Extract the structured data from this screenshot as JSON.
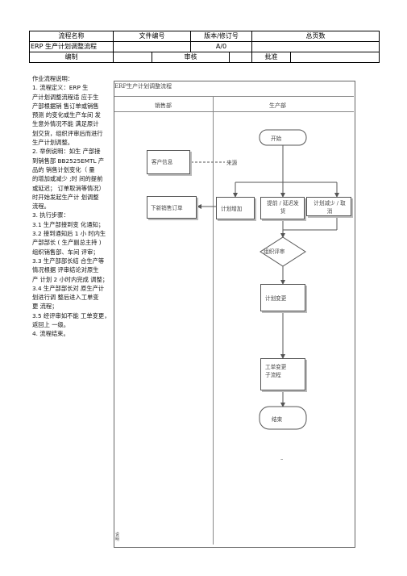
{
  "header": {
    "row1": [
      "流程名称",
      "文件编号",
      "版本/修订号",
      "总页数"
    ],
    "row2": [
      "ERP 生产计划调整流程",
      "",
      "A/0",
      ""
    ],
    "row3": [
      "编制",
      "",
      "审核",
      "",
      "批准",
      ""
    ]
  },
  "explanation": {
    "lines": [
      "作业流程说明：",
      "1. 流程定义：ERP 生",
      "产计划调整流程适  应于生",
      "产部根据销  售订单或销售",
      "预测  的变化或生产车间  发",
      "生意外情况不能  满足原计",
      "划交货，组织评审后而进行",
      "生产计划调整。",
      "2. 举例说明：如生  产部接",
      "到销售部  BB2525EMTL 产",
      "品的  销售计划变化（ 量",
      "的增加或减少 ;时  间的提前",
      "或延迟；  订单取消等情况）",
      "时开始发起生产计  划调整",
      "流程。",
      "3. 执行步骤：",
      "3.1 生产部接到变  化通知；",
      "3.2 接到通知后 1 小  时内生",
      "产部部长  ( 生产副总主持 )",
      "组织销售部、车间  评审；",
      "3.3 生产部部长结  合生产等",
      "情况根据  评审结论对原生",
      "产  计划 2 小时内完成  调整；",
      "3.4 生产部部长对  原生产计",
      "划进行调  整后进入工单变",
      "更  流程；",
      "3.5 经评审如不能  工单变更，",
      "返回上  一级。",
      "4. 流程结束。"
    ]
  },
  "flowchart": {
    "title": "ERP生产计划调整流程",
    "lanes": [
      "销售部",
      "生产部"
    ],
    "nodes": {
      "start": "开始",
      "customer_info": "客户信息",
      "source": "来源",
      "new_order": "下新销售订单",
      "plan_increase": "计划增加",
      "advance_delay": [
        "提前 / 延迟发",
        "货"
      ],
      "plan_reduce": [
        "计划减少 / 取",
        "消"
      ],
      "review": "组织评审",
      "plan_change": "计划变更",
      "work_order_change": [
        "工单变更",
        "子流程"
      ],
      "end": "结束"
    },
    "footer_mark": "–",
    "side_note": "说明"
  }
}
